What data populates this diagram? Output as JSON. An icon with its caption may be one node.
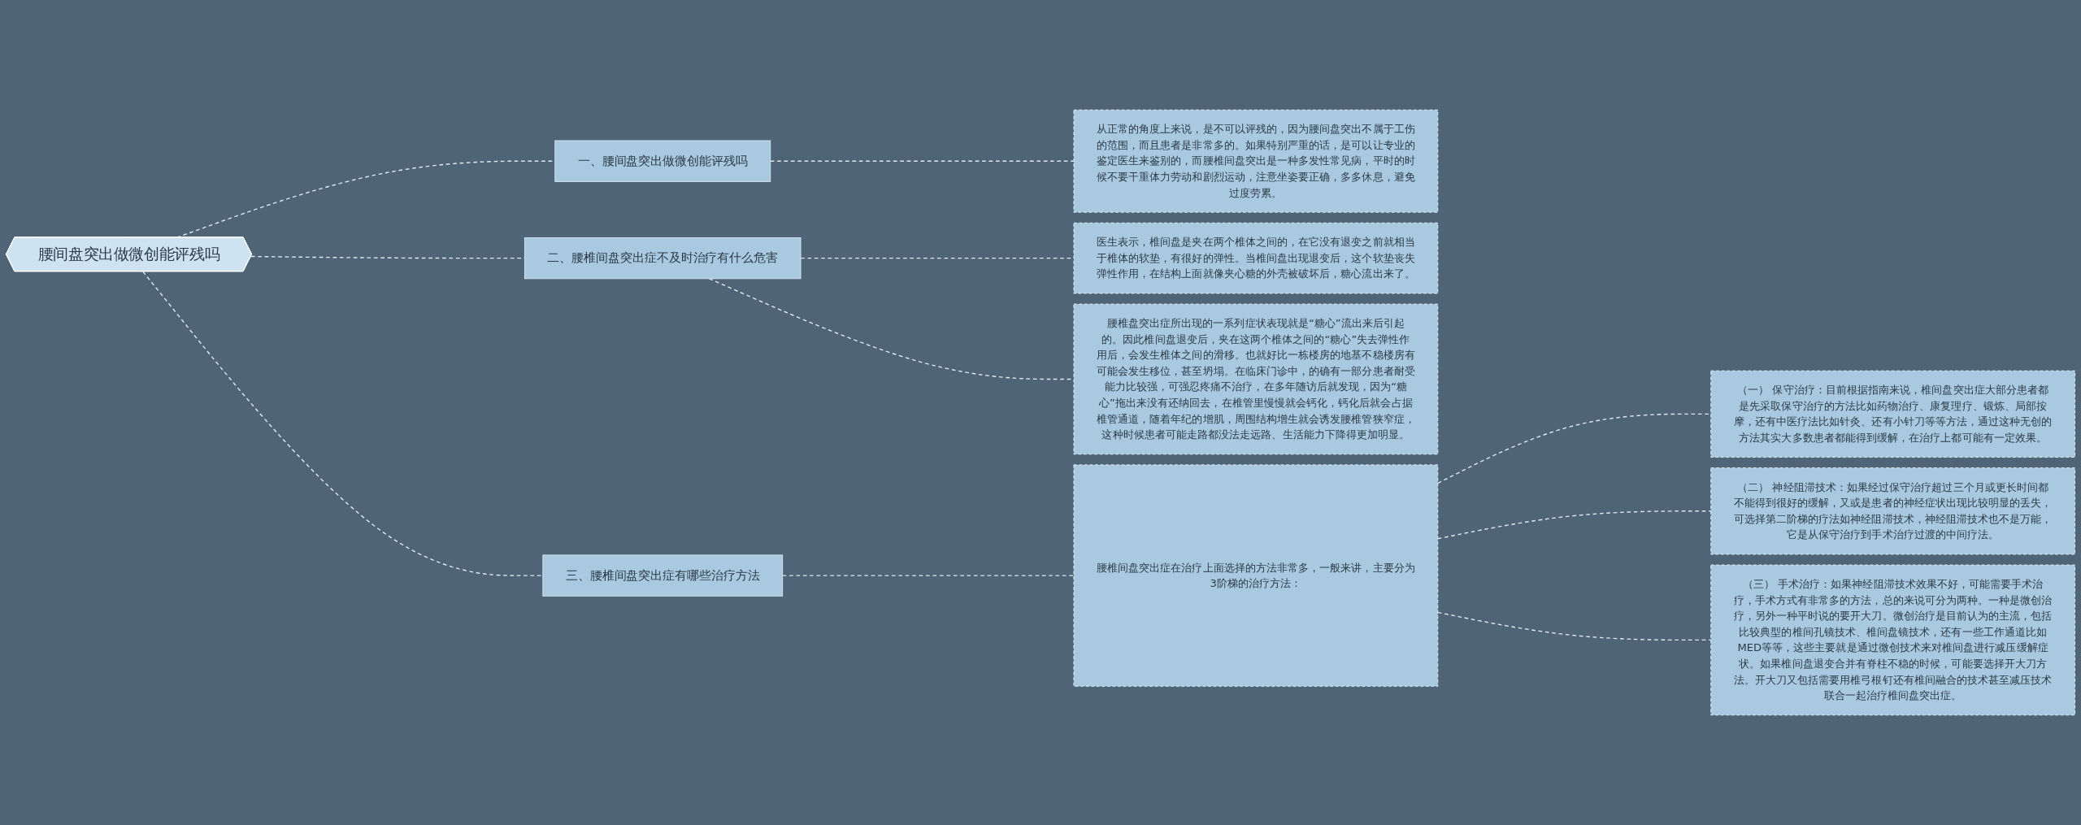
{
  "diagram": {
    "nodes": [
      {
        "text": [
          "腰间盘突出做微创能评残吗"
        ]
      },
      {
        "text": [
          "一、腰间盘突出做微创能评残吗"
        ]
      },
      {
        "text": [
          "从正常的角度上来说，是不可以评残的，因为腰间盘突出不属于工伤的范围，而且患者是非常多的。如果特别严重的话，是可以让专业的鉴定医生来鉴别的，而腰椎间盘突出是一种多发性常见病，平时的时候不要干重体力劳动和剧烈运动，注意坐姿要正确，多多休息，避免过度劳累。"
        ]
      },
      {
        "text": [
          "二、腰椎间盘突出症不及时治疗有什么危害"
        ]
      },
      {
        "text": [
          "医生表示，椎间盘是夹在两个椎体之间的，在它没有退变之前就相当于椎体的软垫，有很好的弹性。当椎间盘出现退变后，这个软垫丧失弹性作用，在结构上面就像夹心糖的外壳被破坏后，糖心流出来了。"
        ]
      },
      {
        "text": [
          "腰椎盘突出症所出现的一系列症状表现就是“糖心”流出来后引起的。因此椎间盘退变后，夹在这两个椎体之间的“糖心”失去弹性作用后，会发生椎体之间的滑移。也就好比一栋楼房的地基不稳楼房有可能会发生移位，甚至坍塌。在临床门诊中，的确有一部分患者耐受能力比较强，可强忍疼痛不治疗，在多年随访后就发现，因为“糖心”拖出来没有还纳回去，在椎管里慢慢就会钙化，钙化后就会占据椎管通道，随着年纪的增肌，周围结构增生就会诱发腰椎管狭窄症，这种时候患者可能走路都没法走远路、生活能力下降得更加明显。"
        ]
      },
      {
        "text": [
          "三、腰椎间盘突出症有哪些治疗方法"
        ]
      },
      {
        "text": [
          "腰椎间盘突出症在治疗上面选择的方法非常多，一般来讲，主要分为3阶梯的治疗方法："
        ]
      },
      {
        "text": [
          "（一） 保守治疗：目前根据指南来说，椎间盘突出症大部分患者都是先采取保守治疗的方法比如药物治疗、康复理疗、锻炼、局部按摩，还有中医疗法比如针灸、还有小针刀等等方法，通过这种无创的方法其实大多数患者都能得到缓解，在治疗上都可能有一定效果。"
        ]
      },
      {
        "text": [
          "（二） 神经阻滞技术：如果经过保守治疗超过三个月或更长时间都不能得到很好的缓解，又或是患者的神经症状出现比较明显的丢失，可选择第二阶梯的疗法如神经阻滞技术，神经阻滞技术也不是万能，它是从保守治疗到手术治疗过渡的中间疗法。"
        ]
      },
      {
        "text": [
          "（三） 手术治疗：如果神经阻滞技术效果不好，可能需要手术治疗，手术方式有非常多的方法，总的来说可分为两种。一种是微创治疗，另外一种平时说的要开大刀。微创治疗是目前认为的主流，包括比较典型的椎间孔镜技术、椎间盘镜技术，还有一些工作通道比如MED等等，这些主要就是通过微创技术来对椎间盘进行减压缓解症状。如果椎间盘退变合并有脊柱不稳的时候，可能要选择开大刀方法。开大刀又包括需要用椎弓根钉还有椎间融合的技术甚至减压技术联合一起治疗椎间盘突出症。"
        ]
      }
    ],
    "edges": [
      {
        "from": 0,
        "to": 1,
        "arrow": "none",
        "style": "dashed"
      },
      {
        "from": 1,
        "to": 2,
        "arrow": "none",
        "style": "dashed"
      },
      {
        "from": 0,
        "to": 3,
        "arrow": "none",
        "style": "dashed"
      },
      {
        "from": 3,
        "to": 4,
        "arrow": "none",
        "style": "dashed"
      },
      {
        "from": 3,
        "to": 5,
        "arrow": "none",
        "style": "dashed"
      },
      {
        "from": 0,
        "to": 6,
        "arrow": "none",
        "style": "dashed"
      },
      {
        "from": 6,
        "to": 7,
        "arrow": "none",
        "style": "dashed"
      },
      {
        "from": 7,
        "to": 8,
        "arrow": "none",
        "style": "dashed"
      },
      {
        "from": 7,
        "to": 9,
        "arrow": "none",
        "style": "dashed"
      },
      {
        "from": 7,
        "to": 10,
        "arrow": "none",
        "style": "dashed"
      }
    ]
  }
}
